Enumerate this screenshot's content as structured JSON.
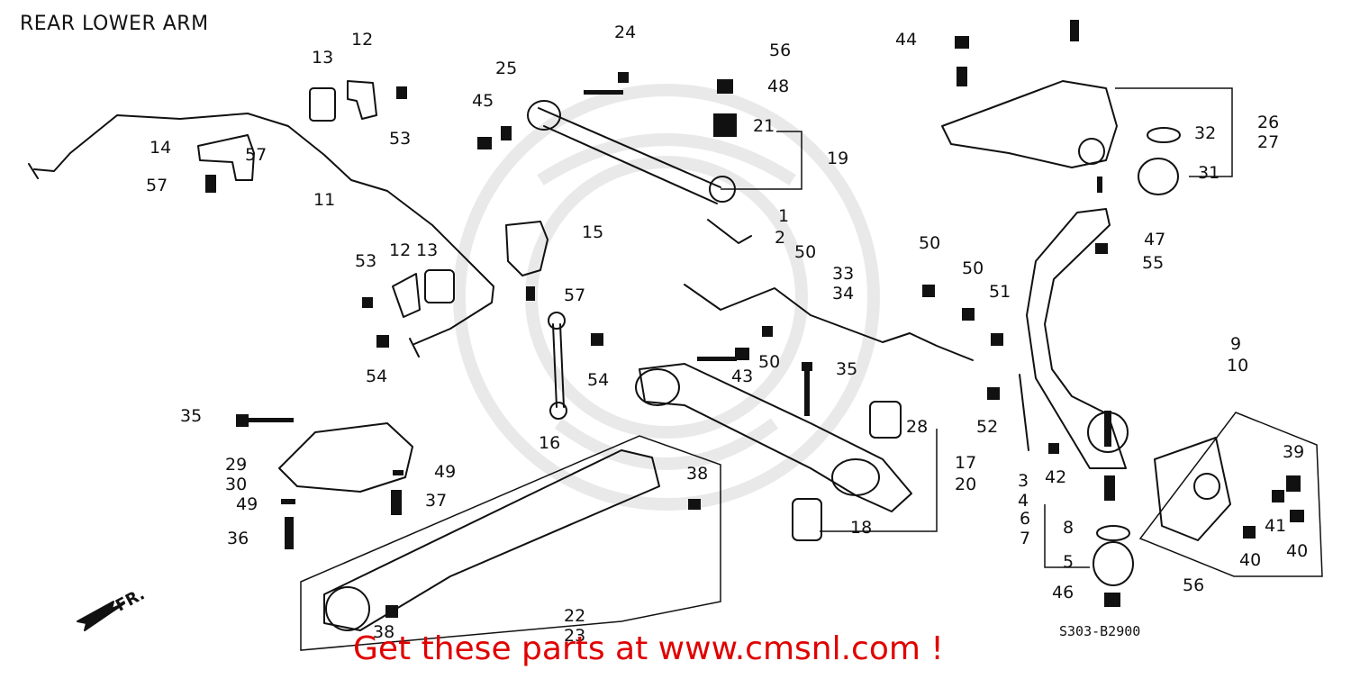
{
  "title": "REAR LOWER ARM",
  "diagram_code": "S303-B2900",
  "promo_text": "Get these parts at www.cmsnl.com !",
  "front_marker": "FR.",
  "colors": {
    "ink": "#111111",
    "promo": "#e00000",
    "watermark": "#d9d9d9"
  },
  "part_numbers": [
    "1",
    "2",
    "3",
    "4",
    "5",
    "6",
    "7",
    "8",
    "9",
    "10",
    "11",
    "12",
    "12",
    "13",
    "13",
    "14",
    "15",
    "16",
    "17",
    "18",
    "19",
    "20",
    "21",
    "22",
    "23",
    "24",
    "25",
    "26",
    "27",
    "28",
    "29",
    "30",
    "31",
    "32",
    "33",
    "34",
    "35",
    "35",
    "36",
    "37",
    "38",
    "38",
    "39",
    "40",
    "40",
    "41",
    "42",
    "43",
    "44",
    "45",
    "46",
    "47",
    "48",
    "49",
    "49",
    "50",
    "50",
    "50",
    "50",
    "51",
    "52",
    "53",
    "53",
    "54",
    "54",
    "55",
    "56",
    "56",
    "57",
    "57",
    "57"
  ]
}
